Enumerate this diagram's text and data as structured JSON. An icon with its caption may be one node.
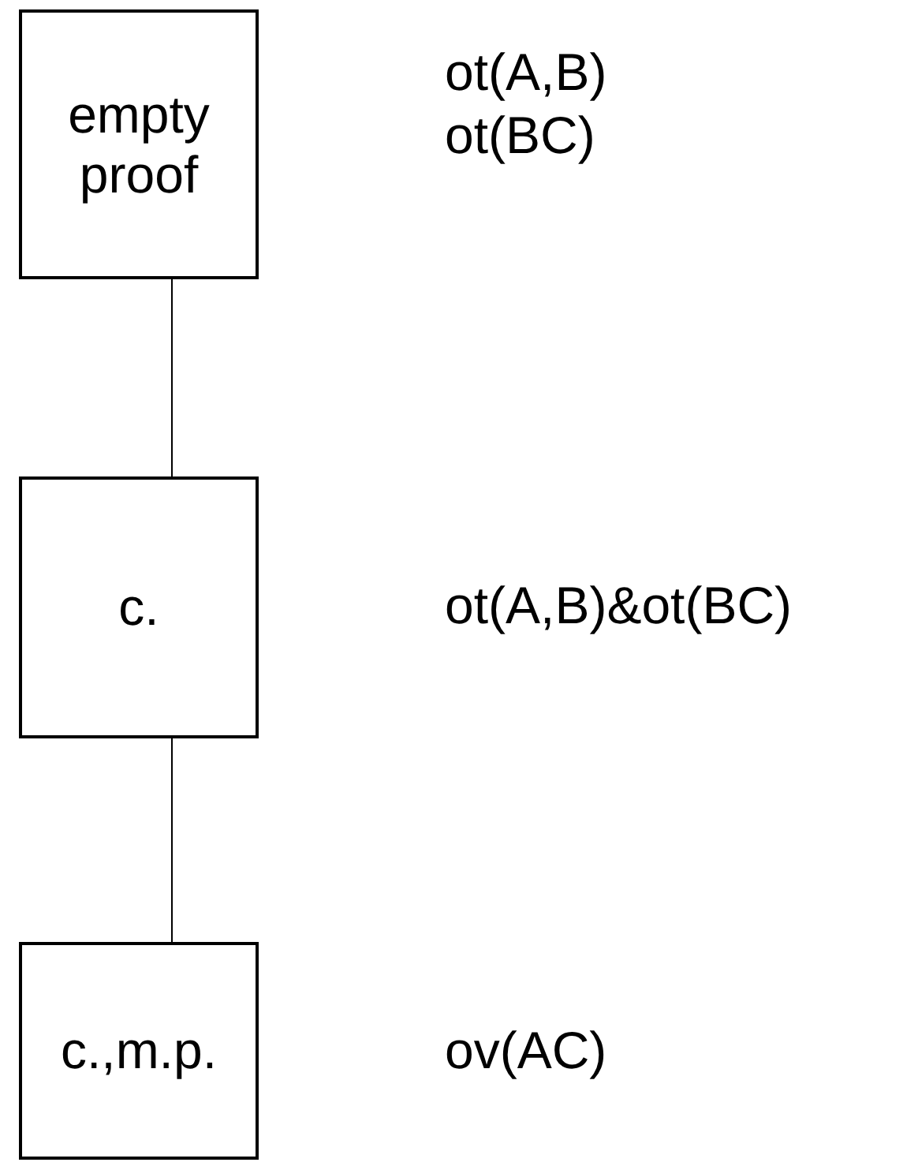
{
  "diagram": {
    "nodes": [
      {
        "text": [
          "empty proof"
        ],
        "beside": [
          "ot(A,B)",
          "ot(BC)"
        ]
      },
      {
        "text": [
          "c."
        ],
        "beside": [
          "ot(A,B)&ot(BC)"
        ]
      },
      {
        "text": [
          "c.,m.p."
        ],
        "beside": [
          "ov(AC)"
        ]
      }
    ],
    "edges": [
      {
        "from": 0,
        "to": 1,
        "arrow": "none"
      },
      {
        "from": 1,
        "to": 2,
        "arrow": "none"
      }
    ]
  }
}
